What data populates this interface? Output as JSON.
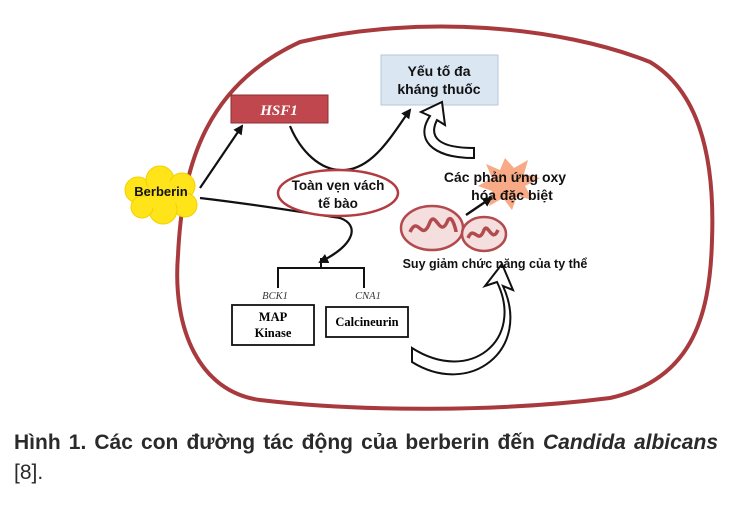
{
  "diagram": {
    "factor_box": {
      "line1": "Yếu tố đa",
      "line2": "kháng thuốc",
      "fill": "#dbe6f3"
    },
    "hsf1": {
      "label": "HSF1",
      "fill": "#c0474d"
    },
    "berberin": {
      "label": "Berberin",
      "color": "#ffe419"
    },
    "cell_wall": {
      "line1": "Toàn vẹn vách",
      "line2": "tế bào"
    },
    "oxidative": {
      "line1": "Các phản ứng oxy",
      "line2": "hóa đặc biệt"
    },
    "mito_label": "Suy giảm chức năng của ty thể",
    "bck1": "BCK1",
    "cna1": "CNA1",
    "map_kinase": {
      "line1": "MAP",
      "line2": "Kinase"
    },
    "calcineurin": "Calcineurin",
    "cell_outline_color": "#a83a3e"
  },
  "caption": {
    "prefix": "Hình 1. Các con đường tác động của berberin đến ",
    "italic1": "Candida",
    "italic2": "albicans",
    "ref": " [8]."
  }
}
